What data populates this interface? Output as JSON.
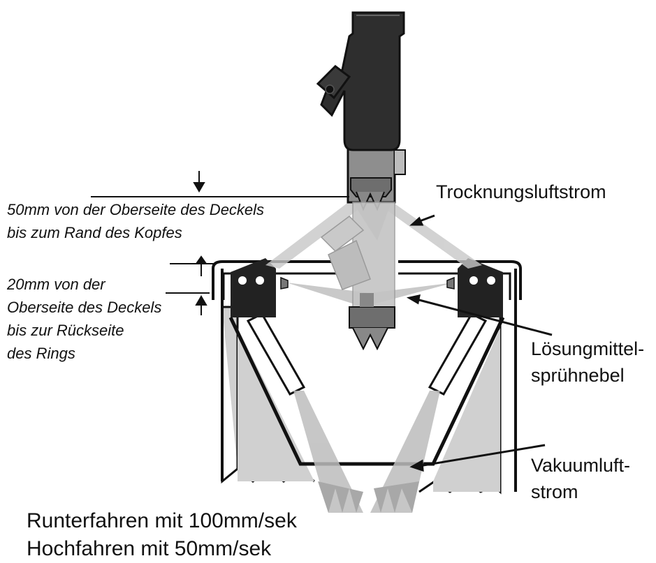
{
  "labels": {
    "top_distance": [
      "50mm von der Oberseite des Deckels",
      "bis zum Rand des Kopfes"
    ],
    "ring_distance": [
      "20mm von der",
      "Oberseite des Deckels",
      "bis zur Rückseite",
      "des Rings"
    ],
    "drying_airflow": "Trocknungsluftstrom",
    "solvent_spray": [
      "Lösungmittel-",
      "sprühnebel"
    ],
    "vacuum_airflow": [
      "Vakuumluft-",
      "strom"
    ],
    "motion": [
      "Runterfahren mit 100mm/sek",
      "Hochfahren mit 50mm/sek"
    ]
  },
  "colors": {
    "ink": "#111111",
    "dark_body": "#3a3a3a",
    "mid_gray": "#8c8c8c",
    "light_gray": "#c8c8c8",
    "spray_gray": "#b5b5b5"
  }
}
